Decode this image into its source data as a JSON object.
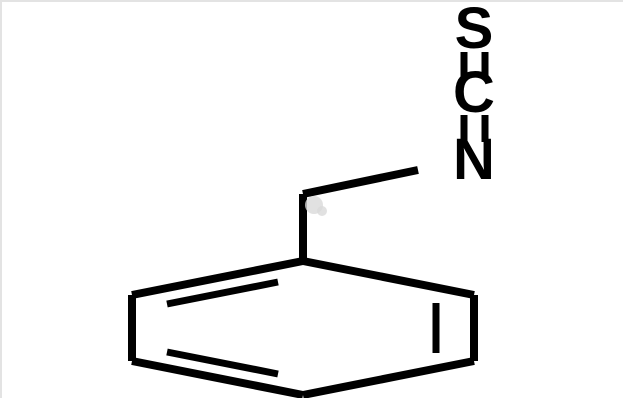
{
  "molecule": {
    "atoms": {
      "sulfur": "S",
      "carbon": "C",
      "nitrogen": "N"
    }
  },
  "colors": {
    "bond": "#000000",
    "background": "#ffffff",
    "border": "#e3e3e3"
  }
}
